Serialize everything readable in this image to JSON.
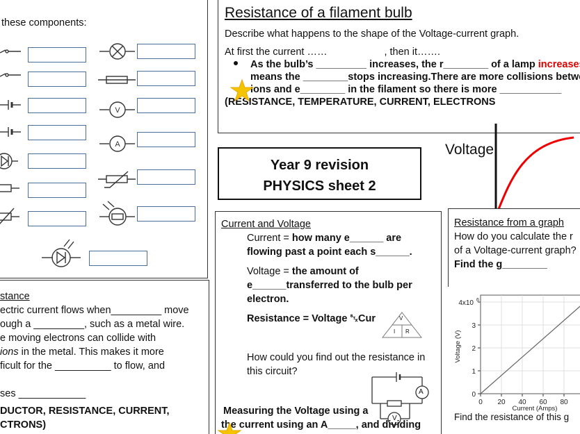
{
  "components_panel": {
    "instruction": "these components:"
  },
  "resistance_panel": {
    "title": "stance",
    "lines": [
      "ectric current flows when_________ move",
      "ough a _________, such as a metal wire.",
      "e moving electrons can collide with",
      "ions",
      " in the metal. This makes it more",
      "ficult for the __________ to flow, and",
      "ses ____________"
    ],
    "wordbank_1": "DUCTOR, RESISTANCE, CURRENT,",
    "wordbank_2": "CTRONS)"
  },
  "filament_panel": {
    "title": "Resistance of a filament bulb",
    "question": "Describe what happens to the shape of the Voltage-current graph.",
    "at_first_a": "At first the current ……",
    "at_first_b": ", then it…….",
    "bullet_1a": "As the bulb’s _________ increases, the r________ of a lamp ",
    "bullet_1_red": "increases",
    "bullet_1b": ". -",
    "bullet_2": "means the ________stops increasing.There are more collisions betwee",
    "bullet_3": "ions and e________ in the filament so there is more ___________",
    "wordbank": "(RESISTANCE, TEMPERATURE, CURRENT, ELECTRONS",
    "graph_label": "Voltage"
  },
  "title_box": {
    "line1": "Year 9 revision",
    "line2": "PHYSICS sheet 2"
  },
  "current_voltage_panel": {
    "title": "Current and Voltage",
    "current_label": "Current = ",
    "current_def_1": "how many e______ are",
    "current_def_2": "flowing past a point each s______.",
    "voltage_label": "Voltage = ",
    "voltage_def_1": "the amount of",
    "voltage_def_2": "e______transferred to the bulb per",
    "voltage_def_3": "electron.",
    "resistance_eq": "Resistance = Voltage ␂Cur",
    "triangle_v": "V",
    "triangle_i": "I",
    "triangle_r": "R",
    "question_1": "How could you find out the resistance in",
    "question_2": "this circuit?",
    "meter_a": "A",
    "meter_v": "V",
    "measuring_1": "Measuring the Voltage using a",
    "measuring_2": "the current using an A_____, and dividing"
  },
  "resistance_graph_panel": {
    "title": "Resistance from a graph",
    "question_1": "How do you calculate the r",
    "question_2": "of a Voltage-current graph?",
    "answer": "Find the g________",
    "footer": "Find the resistance of this g",
    "chart_data": {
      "type": "line",
      "xlabel": "Current (Amps)",
      "ylabel": "Voltage (V)",
      "x_ticks": [
        "0",
        "20",
        "40",
        "60",
        "80"
      ],
      "y_ticks": [
        "0",
        "1",
        "2",
        "3",
        "4x10"
      ],
      "y_top_exponent": "6",
      "series": [
        {
          "x": [
            0,
            100
          ],
          "y": [
            0,
            4
          ]
        }
      ]
    }
  }
}
